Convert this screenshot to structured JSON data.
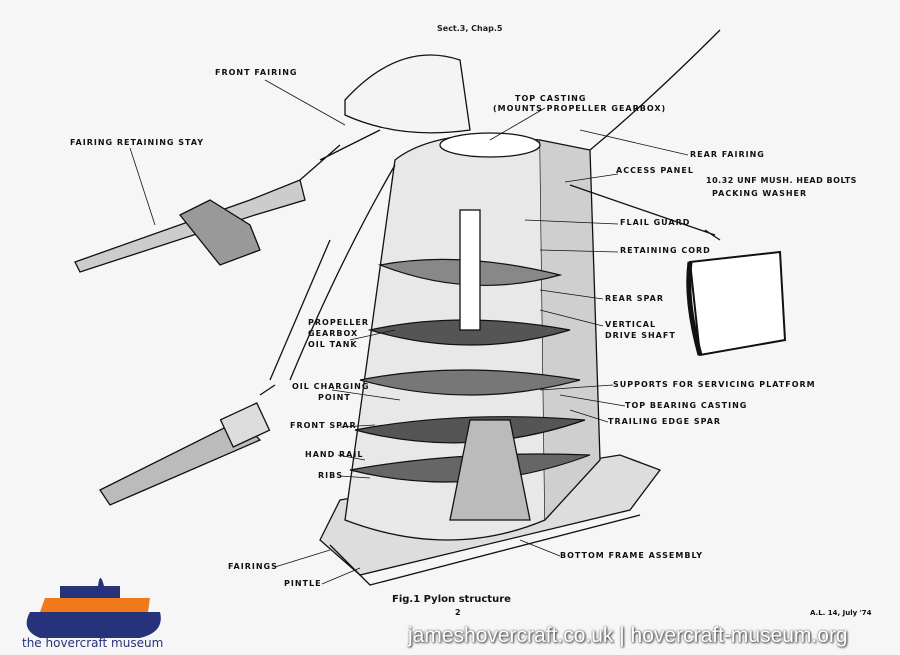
{
  "header": {
    "section": "Sect.3, Chap.5"
  },
  "labels": {
    "front_fairing": "FRONT FAIRING",
    "top_casting": "TOP CASTING",
    "top_casting_note": "(MOUNTS PROPELLER GEARBOX)",
    "fairing_retaining_stay": "FAIRING RETAINING STAY",
    "rear_fairing": "REAR FAIRING",
    "access_panel": "ACCESS PANEL",
    "bolts": "10.32 UNF MUSH. HEAD BOLTS",
    "packing_washer": "PACKING WASHER",
    "flail_guard": "FLAIL GUARD",
    "retaining_cord": "RETAINING CORD",
    "rear_spar": "REAR SPAR",
    "vertical_drive_shaft_1": "VERTICAL",
    "vertical_drive_shaft_2": "DRIVE SHAFT",
    "oil_tank_1": "PROPELLER",
    "oil_tank_2": "GEARBOX",
    "oil_tank_3": "OIL TANK",
    "oil_charging_1": "OIL CHARGING",
    "oil_charging_2": "POINT",
    "supports": "SUPPORTS FOR SERVICING PLATFORM",
    "top_bearing_casting": "TOP BEARING CASTING",
    "front_spar": "FRONT SPAR",
    "trailing_edge_spar": "TRAILING EDGE SPAR",
    "hand_rail": "HAND RAIL",
    "ribs": "RIBS",
    "bottom_frame": "BOTTOM FRAME ASSEMBLY",
    "fairings": "FAIRINGS",
    "pintle": "PINTLE"
  },
  "caption": {
    "figure": "Fig.1  Pylon structure",
    "page": "2",
    "amendment": "A.L. 14, July '74"
  },
  "watermark": "jameshovercraft.co.uk | hovercraft-museum.org",
  "logo": {
    "text": "the hovercraft museum",
    "orange": "#f07a1a",
    "navy": "#26327a"
  }
}
